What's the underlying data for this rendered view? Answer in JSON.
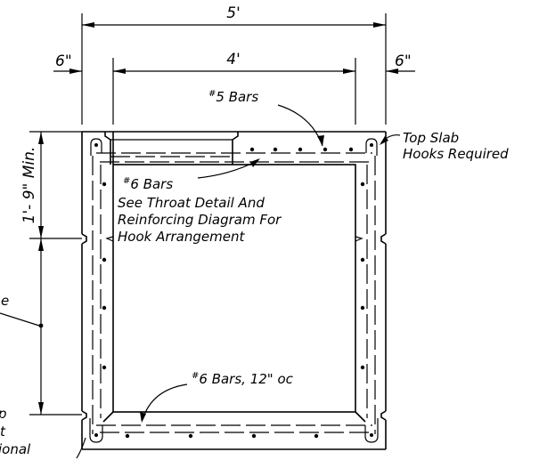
{
  "dimensions": {
    "overall_width": "5'",
    "inner_width": "4'",
    "left_wall": "6\"",
    "right_wall": "6\"",
    "top_height": "1'- 9\" Min."
  },
  "notes": {
    "top_bars": {
      "hash": "#",
      "text": "5 Bars"
    },
    "top_slab": {
      "line1": "Top Slab",
      "line2": "Hooks Required"
    },
    "throat_bars": {
      "hash": "#",
      "title": "6 Bars",
      "line1": "See Throat Detail And",
      "line2": "Reinforcing Diagram For",
      "line3": "Hook Arrangement"
    },
    "bottom_bars": {
      "hash": "#",
      "text": "6 Bars, 12\" oc"
    },
    "left_cut": {
      "line1": "e",
      "line2": "p",
      "line3": "t",
      "line4": "ional"
    }
  }
}
